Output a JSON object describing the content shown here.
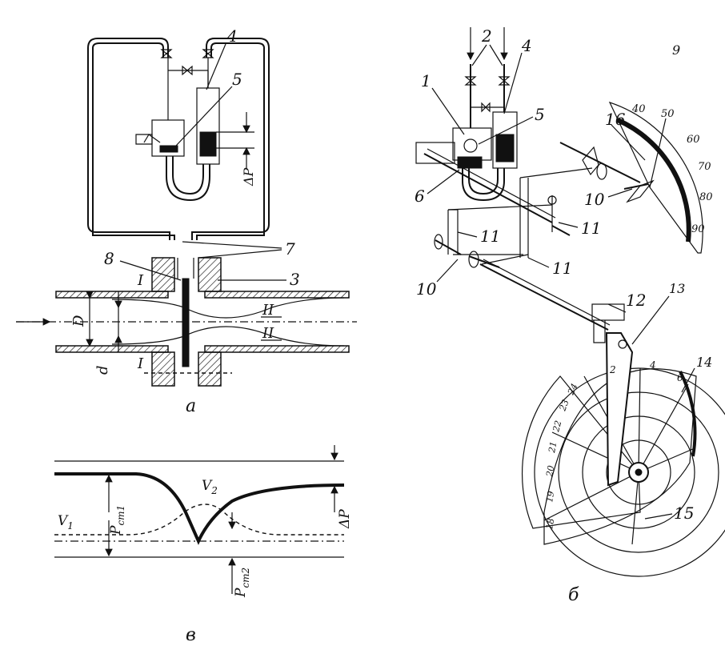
{
  "panels": {
    "a": {
      "caption": "а",
      "labels": {
        "n4": "4",
        "n5": "5",
        "n7": "7",
        "n8": "8",
        "n3": "3",
        "I_top": "I",
        "I_bottom": "I",
        "II_top": "II",
        "II_bottom": "II",
        "D": "D",
        "d": "d",
        "dP": "ΔP"
      }
    },
    "b": {
      "caption": "б",
      "labels": {
        "n1": "1",
        "n2": "2",
        "n4": "4",
        "n5": "5",
        "n6": "6",
        "n9": "9",
        "n10a": "10",
        "n10b": "10",
        "n11a": "11",
        "n11b": "11",
        "n11c": "11",
        "n12": "12",
        "n13": "13",
        "n14": "14",
        "n15": "15",
        "n16": "16"
      },
      "dial_ticks": [
        "40",
        "50",
        "60",
        "70",
        "80",
        "90"
      ],
      "chart_ticks": [
        "2",
        "4",
        "6",
        "18",
        "19",
        "20",
        "21",
        "22",
        "23",
        "24"
      ]
    },
    "v": {
      "caption": "в",
      "labels": {
        "V1": "V",
        "V1_sub": "1",
        "V2": "V",
        "V2_sub": "2",
        "Pst1": "P",
        "Pst1_sub": "ст1",
        "Pst2": "P",
        "Pst2_sub": "ст2",
        "dP": "ΔP"
      }
    }
  }
}
